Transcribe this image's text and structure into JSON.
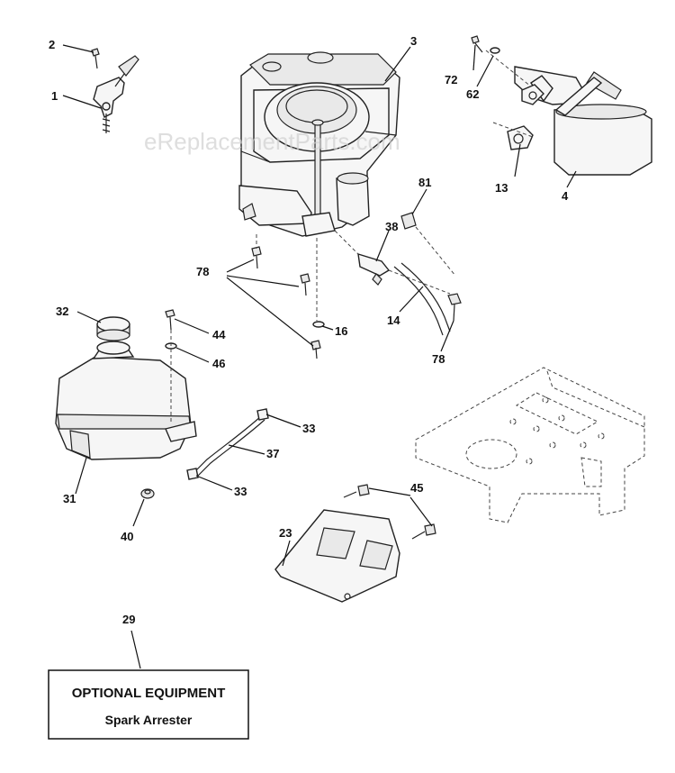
{
  "watermark": "eReplacementParts.com",
  "callouts": {
    "p1": "1",
    "p2": "2",
    "p3": "3",
    "p4": "4",
    "p13": "13",
    "p14": "14",
    "p16": "16",
    "p23": "23",
    "p29": "29",
    "p31": "31",
    "p32": "32",
    "p33a": "33",
    "p33b": "33",
    "p37": "37",
    "p38": "38",
    "p40": "40",
    "p44": "44",
    "p45": "45",
    "p46": "46",
    "p62": "62",
    "p72": "72",
    "p78a": "78",
    "p78b": "78",
    "p81": "81"
  },
  "optional_box": {
    "title": "OPTIONAL EQUIPMENT",
    "subtitle": "Spark Arrester"
  }
}
